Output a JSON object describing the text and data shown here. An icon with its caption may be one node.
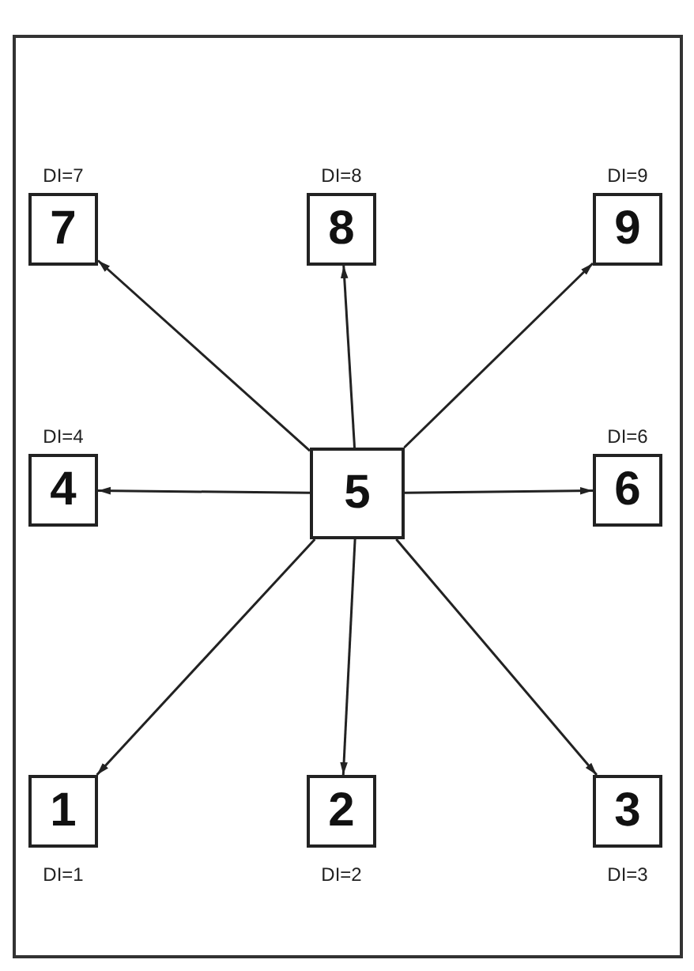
{
  "diagram": {
    "nodes": [
      {
        "text": [
          "7"
        ],
        "beside": [
          "DI=7"
        ]
      },
      {
        "text": [
          "8"
        ],
        "beside": [
          "DI=8"
        ]
      },
      {
        "text": [
          "9"
        ],
        "beside": [
          "DI=9"
        ]
      },
      {
        "text": [
          "4"
        ],
        "beside": [
          "DI=4"
        ]
      },
      {
        "text": [
          "5"
        ]
      },
      {
        "text": [
          "6"
        ],
        "beside": [
          "DI=6"
        ]
      },
      {
        "text": [
          "1"
        ],
        "beside": [
          "DI=1"
        ]
      },
      {
        "text": [
          "2"
        ],
        "beside": [
          "DI=2"
        ]
      },
      {
        "text": [
          "3"
        ],
        "beside": [
          "DI=3"
        ]
      }
    ],
    "edges": [
      {
        "from": 4,
        "to": 0,
        "arrow": "to"
      },
      {
        "from": 4,
        "to": 1,
        "arrow": "to"
      },
      {
        "from": 4,
        "to": 2,
        "arrow": "to"
      },
      {
        "from": 4,
        "to": 3,
        "arrow": "to"
      },
      {
        "from": 4,
        "to": 5,
        "arrow": "to"
      },
      {
        "from": 4,
        "to": 6,
        "arrow": "to"
      },
      {
        "from": 4,
        "to": 7,
        "arrow": "to"
      },
      {
        "from": 4,
        "to": 8,
        "arrow": "to"
      }
    ]
  }
}
